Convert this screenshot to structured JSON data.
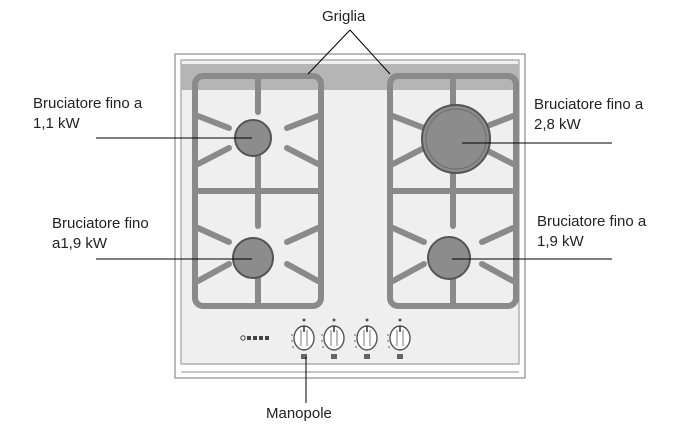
{
  "labels": {
    "grid": "Griglia",
    "burner_top_left": "Bruciatore fino a\n1,1 kW",
    "burner_bottom_left": "Bruciatore fino\na1,9 kW",
    "burner_top_right": "Bruciatore fino a\n2,8 kW",
    "burner_bottom_right": "Bruciatore fino a\n1,9 kW",
    "knobs": "Manopole"
  },
  "colors": {
    "cooktop": "#efefef",
    "cooktop_border": "#8c8c8c",
    "trim_bar": "#b5b5b5",
    "grate": "#8a8a8a",
    "burner": "#8c8c8c",
    "leader_line": "#000000"
  },
  "icons": {
    "brand": "brand-logo-icon",
    "knob": "control-knob-icon"
  }
}
